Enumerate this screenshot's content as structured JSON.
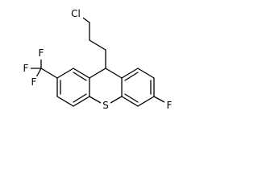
{
  "molecule": {
    "atoms": {
      "chlorine": "Cl",
      "fluorine_aryl": "F",
      "sulfur": "S",
      "cf3_f_top": "F",
      "cf3_f_left": "F",
      "cf3_f_bottom": "F"
    },
    "colors": {
      "bond": "#000000",
      "label": "#000000",
      "background": "#ffffff"
    }
  }
}
